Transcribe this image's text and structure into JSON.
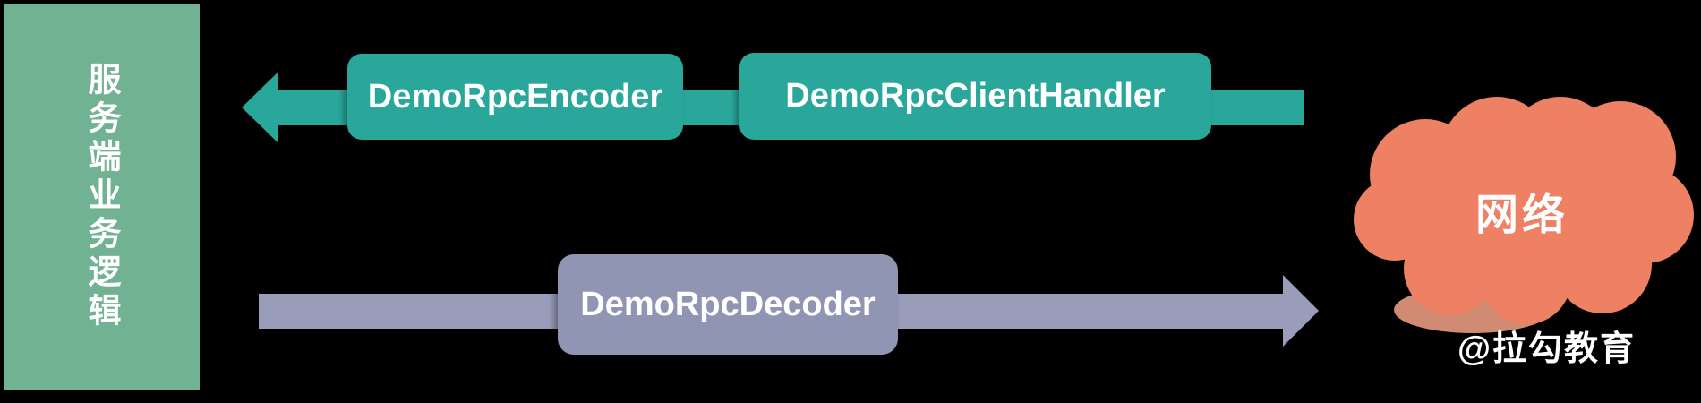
{
  "canvas": {
    "background": "#000000"
  },
  "left_panel": {
    "label": "服务端业务逻辑",
    "color": "#71B292",
    "text_color": "#FFFFFF"
  },
  "top_flow": {
    "direction": "left",
    "arrow_color": "#2AA79B",
    "boxes": [
      {
        "label": "DemoRpcEncoder",
        "color": "#2AA79B"
      },
      {
        "label": "DemoRpcClientHandler",
        "color": "#2AA79B"
      }
    ]
  },
  "bottom_flow": {
    "direction": "right",
    "arrow_color": "#999DBA",
    "boxes": [
      {
        "label": "DemoRpcDecoder",
        "color": "#9195B4"
      }
    ]
  },
  "network_cloud": {
    "label": "网络",
    "color": "#EE8063",
    "shadow_color": "#D28B73",
    "text_color": "#FFFFFF"
  },
  "watermark": {
    "label": "@拉勾教育"
  }
}
